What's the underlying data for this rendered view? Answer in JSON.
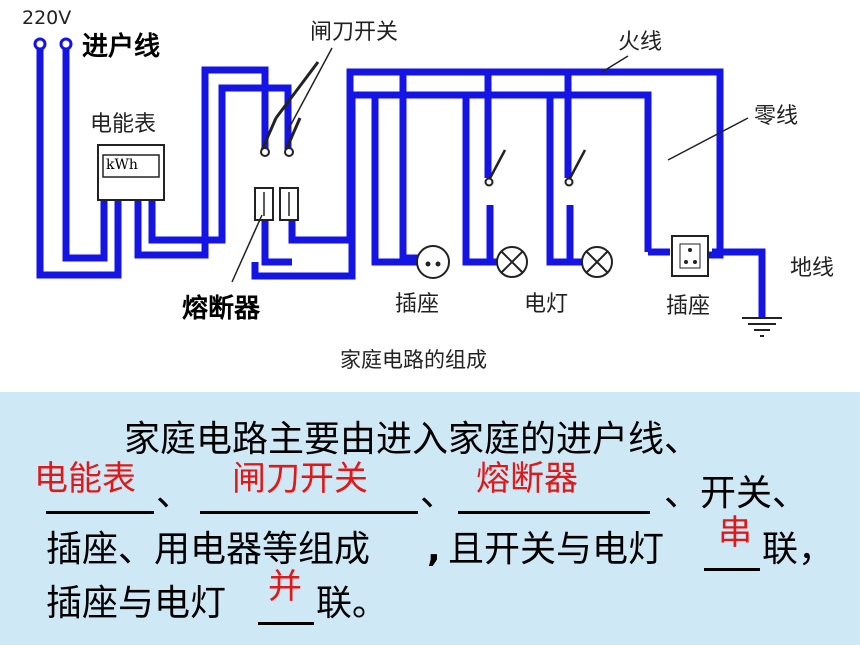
{
  "diagram": {
    "labels": {
      "voltage": "220V",
      "incoming_line": "进户线",
      "knife_switch": "闸刀开关",
      "live_wire": "火线",
      "neutral_wire": "零线",
      "energy_meter": "电能表",
      "meter_unit": "kWh",
      "ground_wire": "地线",
      "fuse": "熔断器",
      "socket_1": "插座",
      "lamp": "电灯",
      "socket_2": "插座",
      "caption": "家庭电路的组成"
    },
    "colors": {
      "wire": "#1414e6",
      "ground_bg": "#ffffff",
      "panel_bg": "#cfe8f6",
      "answer": "#e01818"
    }
  },
  "exercise": {
    "line1": "家庭电路主要由进入家庭的进户线、",
    "sep1": "、",
    "sep2": "、",
    "line2_tail": "、开关、",
    "line3_head": "插座、用电器等组成",
    "line3_comma": ",",
    "line3_mid": "且开关与电灯",
    "line3_tail": "联，",
    "line4_head": "插座与电灯",
    "line4_tail": "联。",
    "answers": {
      "meter": "电能表",
      "knife_switch": "闸刀开关",
      "fuse": "熔断器",
      "series": "串",
      "parallel": "并"
    }
  }
}
